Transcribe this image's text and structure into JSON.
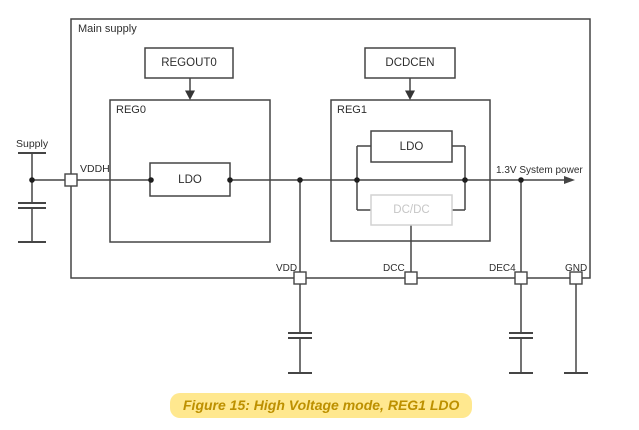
{
  "figure": {
    "caption": "Figure 15: High Voltage mode, REG1 LDO",
    "caption_text_color": "#bd9000",
    "caption_highlight_color": "#ffe88f"
  },
  "diagram": {
    "main_box_label": "Main supply",
    "blocks": {
      "regout0_label": "REGOUT0",
      "dcdcen_label": "DCDCEN",
      "reg0_label": "REG0",
      "reg1_label": "REG1",
      "reg0_ldo_label": "LDO",
      "reg1_ldo_label": "LDO",
      "reg1_dcdc_label": "DC/DC",
      "reg1_dcdc_state": "disabled"
    },
    "net_labels": {
      "supply": "Supply",
      "vddh": "VDDH",
      "system_power": "1.3V System power",
      "vdd": "VDD",
      "dcc": "DCC",
      "dec4": "DEC4",
      "gnd": "GND"
    },
    "colors": {
      "wire": "#454545",
      "disabled_block_border": "#d2d2d2",
      "disabled_block_text": "#c6c6c6",
      "text": "#2e2e2e"
    }
  }
}
